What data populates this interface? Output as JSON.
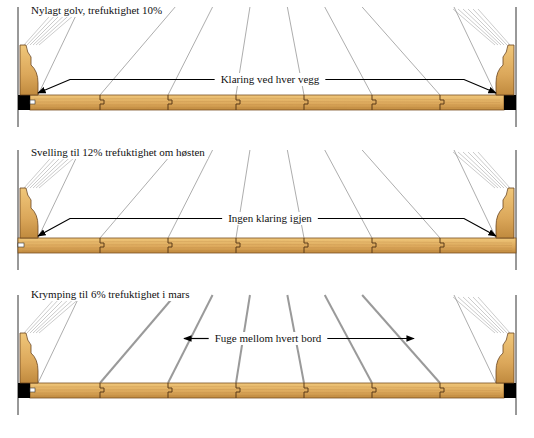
{
  "diagram": {
    "labels": [
      "Nylagt golv, trefuktighet 10%",
      "Klaring ved hver vegg",
      "Svelling til 12% trefuktighet om høsten",
      "Ingen klaring igjen",
      "Krymping til 6% trefuktighet i mars",
      "Fuge mellom hvert bord"
    ]
  }
}
